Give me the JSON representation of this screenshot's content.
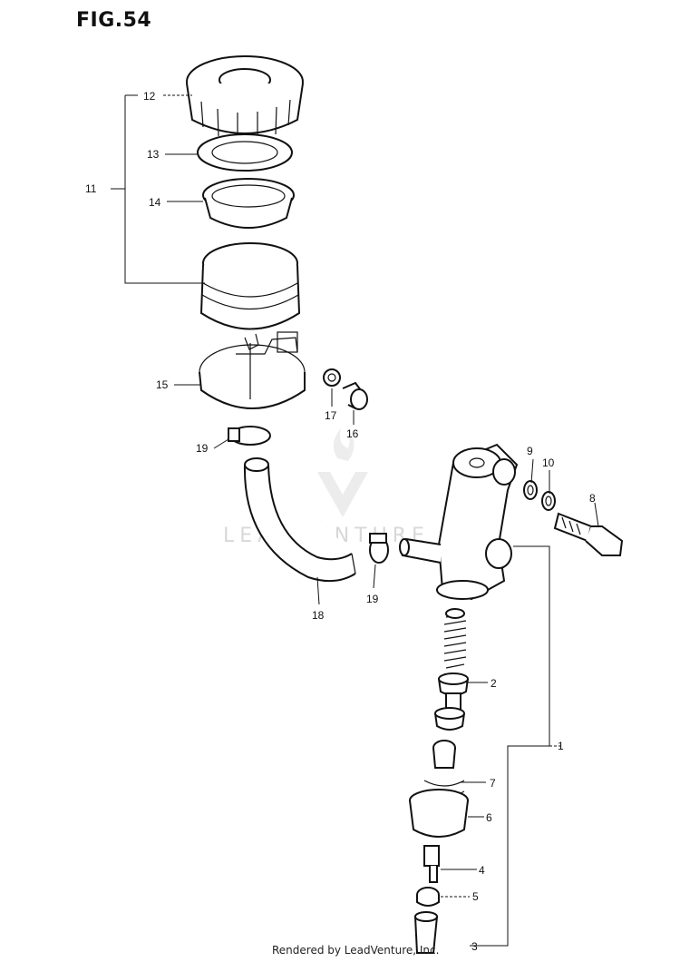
{
  "figure": {
    "title": "FIG.54"
  },
  "watermark": {
    "text": "LEADVENTURE"
  },
  "footer": {
    "text": "Rendered by LeadVenture, Inc."
  },
  "parts": [
    {
      "id": "p1",
      "label": "1"
    },
    {
      "id": "p2",
      "label": "2"
    },
    {
      "id": "p3",
      "label": "3"
    },
    {
      "id": "p4",
      "label": "4"
    },
    {
      "id": "p5",
      "label": "5"
    },
    {
      "id": "p6",
      "label": "6"
    },
    {
      "id": "p7",
      "label": "7"
    },
    {
      "id": "p8",
      "label": "8"
    },
    {
      "id": "p9",
      "label": "9"
    },
    {
      "id": "p10",
      "label": "10"
    },
    {
      "id": "p11",
      "label": "11"
    },
    {
      "id": "p12",
      "label": "12"
    },
    {
      "id": "p13",
      "label": "13"
    },
    {
      "id": "p14",
      "label": "14"
    },
    {
      "id": "p15",
      "label": "15"
    },
    {
      "id": "p16",
      "label": "16"
    },
    {
      "id": "p17",
      "label": "17"
    },
    {
      "id": "p18",
      "label": "18"
    },
    {
      "id": "p19a",
      "label": "19"
    },
    {
      "id": "p19b",
      "label": "19"
    }
  ]
}
